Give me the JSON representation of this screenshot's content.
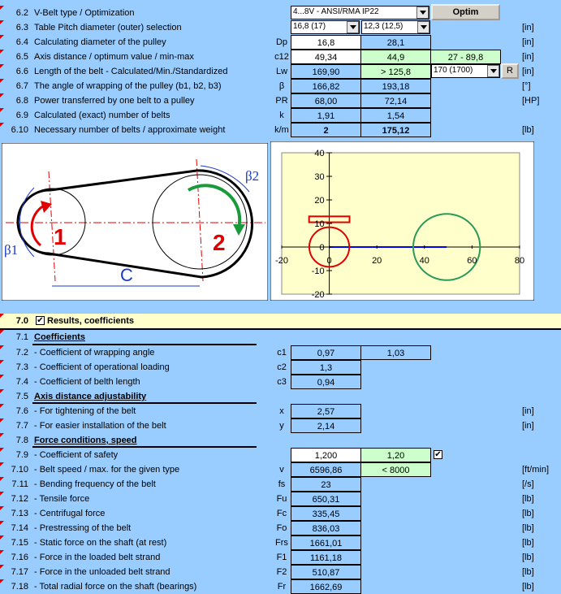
{
  "belt_type": "4...8V - ANSI/RMA IP22",
  "optim_label": "Optim",
  "pitch1": "16,8 (17)",
  "pitch2": "12,3 (12,5)",
  "std_length": "170 (1700)",
  "r_label": "R",
  "rows": [
    {
      "num": "6.2",
      "label": "V-Belt type / Optimization",
      "sym": "",
      "v1": "",
      "v2": "",
      "v3": "",
      "unit": ""
    },
    {
      "num": "6.3",
      "label": "Table Pitch diameter (outer) selection",
      "sym": "",
      "v1": "",
      "v2": "",
      "v3": "",
      "unit": "[in]"
    },
    {
      "num": "6.4",
      "label": "Calculating diameter of the pulley",
      "sym": "Dp",
      "v1": "16,8",
      "v2": "28,1",
      "v3": "",
      "unit": "[in]"
    },
    {
      "num": "6.5",
      "label": "Axis distance / optimum value / min-max",
      "sym": "c12",
      "v1": "49,34",
      "v2": "44,9",
      "v3": "27 - 89,8",
      "unit": "[in]"
    },
    {
      "num": "6.6",
      "label": "Length of the belt - Calculated/Min./Standardized",
      "sym": "Lw",
      "v1": "169,90",
      "v2": "> 125,8",
      "v3": "",
      "unit": "[in]"
    },
    {
      "num": "6.7",
      "label": "The angle of wrapping of the pulley (b1, b2, b3)",
      "sym": "β",
      "v1": "166,82",
      "v2": "193,18",
      "v3": "",
      "unit": "[°]"
    },
    {
      "num": "6.8",
      "label": "Power transferred by one belt to a pulley",
      "sym": "PR",
      "v1": "68,00",
      "v2": "72,14",
      "v3": "",
      "unit": "[HP]"
    },
    {
      "num": "6.9",
      "label": "Calculated (exact) number of belts",
      "sym": "k",
      "v1": "1,91",
      "v2": "1,54",
      "v3": "",
      "unit": ""
    },
    {
      "num": "6.10",
      "label": "Necessary number of belts / approximate weight",
      "sym": "k/m",
      "v1": "2",
      "v2": "175,12",
      "v3": "",
      "unit": "[lb]"
    }
  ],
  "diagram": {
    "beta1": "β1",
    "beta2": "β2",
    "p1": "1",
    "p2": "2",
    "c": "C"
  },
  "plot": {
    "yticks": [
      "40",
      "30",
      "20",
      "10",
      "0",
      "-10",
      "-20"
    ],
    "xticks": [
      "-20",
      "0",
      "20",
      "40",
      "60",
      "80"
    ]
  },
  "results_num": "7.0",
  "results_title": "Results, coefficients",
  "results_check": "✔",
  "r71": {
    "num": "7.1",
    "title": "Coefficients"
  },
  "r72": {
    "num": "7.2",
    "label": "- Coefficient of wrapping angle",
    "sym": "c1",
    "v1": "0,97",
    "v2": "1,03"
  },
  "r73": {
    "num": "7.3",
    "label": "- Coefficient of operational loading",
    "sym": "c2",
    "v1": "1,3"
  },
  "r74": {
    "num": "7.4",
    "label": "- Coefficient of belth length",
    "sym": "c3",
    "v1": "0,94"
  },
  "r75": {
    "num": "7.5",
    "title": "Axis distance adjustability"
  },
  "r76": {
    "num": "7.6",
    "label": "- For tightening of the belt",
    "sym": "x",
    "v1": "2,57",
    "unit": "[in]"
  },
  "r77": {
    "num": "7.7",
    "label": "- For easier installation of the belt",
    "sym": "y",
    "v1": "2,14",
    "unit": "[in]"
  },
  "r78": {
    "num": "7.8",
    "title": "Force conditions, speed"
  },
  "r79": {
    "num": "7.9",
    "label": "- Coefficient of safety",
    "sym": "",
    "v1": "1,200",
    "v2": "1,20",
    "check": "✔"
  },
  "r710": {
    "num": "7.10",
    "label": "- Belt speed / max. for the given type",
    "sym": "v",
    "v1": "6596,86",
    "v2": "< 8000",
    "unit": "[ft/min]"
  },
  "r711": {
    "num": "7.11",
    "label": "- Bending frequency of the belt",
    "sym": "fs",
    "v1": "23",
    "unit": "[/s]"
  },
  "r712": {
    "num": "7.12",
    "label": "- Tensile force",
    "sym": "Fu",
    "v1": "650,31",
    "unit": "[lb]"
  },
  "r713": {
    "num": "7.13",
    "label": "- Centrifugal force",
    "sym": "Fc",
    "v1": "335,45",
    "unit": "[lb]"
  },
  "r714": {
    "num": "7.14",
    "label": "- Prestressing of the belt",
    "sym": "Fo",
    "v1": "836,03",
    "unit": "[lb]"
  },
  "r715": {
    "num": "7.15",
    "label": "- Static force on the shaft (at rest)",
    "sym": "Frs",
    "v1": "1661,01",
    "unit": "[lb]"
  },
  "r716": {
    "num": "7.16",
    "label": "- Force in the loaded belt strand",
    "sym": "F1",
    "v1": "1161,18",
    "unit": "[lb]"
  },
  "r717": {
    "num": "7.17",
    "label": "- Force in the unloaded belt strand",
    "sym": "F2",
    "v1": "510,87",
    "unit": "[lb]"
  },
  "r718": {
    "num": "7.18",
    "label": "- Total radial force on the shaft (bearings)",
    "sym": "Fr",
    "v1": "1662,69",
    "unit": "[lb]"
  }
}
